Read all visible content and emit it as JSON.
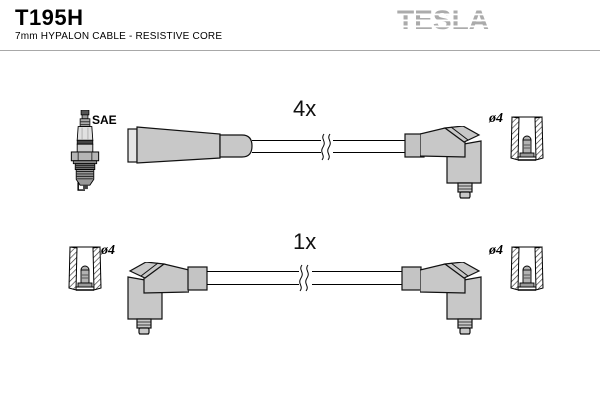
{
  "header": {
    "part_number": "T195H",
    "subtitle": "7mm HYPALON CABLE - RESISTIVE CORE",
    "brand_logo": "TESLA"
  },
  "colors": {
    "logo_gray": "#ababab",
    "boot_gray": "#c8c8c8",
    "ferrule_gray": "#c4c4c4",
    "outline_black": "#000000",
    "background": "#ffffff"
  },
  "diagram": {
    "spark_plug": {
      "label": "SAE",
      "icon": "spark-plug-icon"
    },
    "rows": [
      {
        "quantity": "4x",
        "cable_icon": "ignition-cable-straight-to-elbow",
        "right_terminal": {
          "label": "ø4",
          "icon": "terminal-socket-icon"
        }
      },
      {
        "quantity": "1x",
        "cable_icon": "ignition-cable-elbow-to-elbow",
        "left_terminal": {
          "label": "ø4",
          "icon": "terminal-socket-icon"
        },
        "right_terminal": {
          "label": "ø4",
          "icon": "terminal-socket-icon"
        }
      }
    ]
  }
}
